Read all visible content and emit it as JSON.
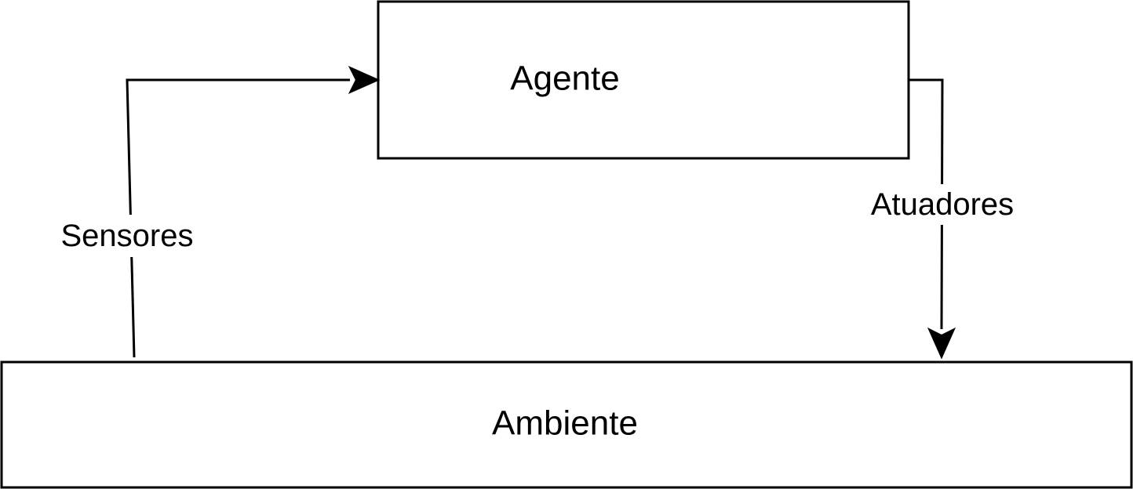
{
  "nodes": {
    "agent": {
      "label": "Agente"
    },
    "environment": {
      "label": "Ambiente"
    }
  },
  "edges": {
    "sensors": {
      "label": "Sensores",
      "from": "environment",
      "to": "agent"
    },
    "actuators": {
      "label": "Atuadores",
      "from": "agent",
      "to": "environment"
    }
  }
}
